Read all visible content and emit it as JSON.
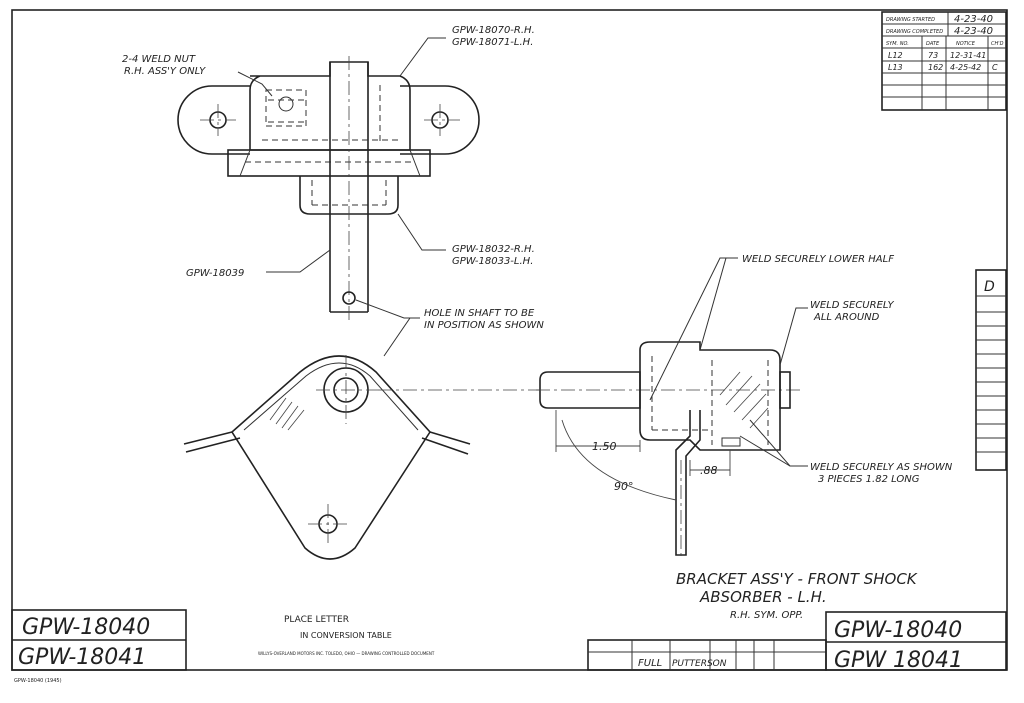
{
  "part_numbers": {
    "left_top": "GPW-18040",
    "left_bottom": "GPW-18041",
    "right_top": "GPW-18040",
    "right_bottom": "GPW 18041"
  },
  "callouts": {
    "weld_nut_line1": "2-4 WELD NUT",
    "weld_nut_line2": "R.H. ASS'Y ONLY",
    "top_part_rh": "GPW-18070-R.H.",
    "top_part_lh": "GPW-18071-L.H.",
    "mid_part_rh": "GPW-18032-R.H.",
    "mid_part_lh": "GPW-18033-L.H.",
    "shaft_part": "GPW-18039",
    "hole_line1": "HOLE IN SHAFT TO BE",
    "hole_line2": "IN POSITION AS SHOWN",
    "weld_lower_half": "WELD SECURELY LOWER HALF",
    "weld_around_line1": "WELD SECURELY",
    "weld_around_line2": "ALL AROUND",
    "weld_shown_line1": "WELD SECURELY AS SHOWN",
    "weld_shown_line2": "3 PIECES 1.82 LONG"
  },
  "dimensions": {
    "d1": "1.50",
    "d2": ".88",
    "angle": "90°"
  },
  "title_block": {
    "title_line1": "BRACKET ASS'Y - FRONT SHOCK",
    "title_line2": "ABSORBER - L.H.",
    "title_line3": "R.H. SYM. OPP.",
    "scale": "FULL",
    "drawn_by": "PUTTERSON"
  },
  "revision_block": {
    "row1_label": "DRAWING STARTED",
    "row1_value": "4-23-40",
    "row2_label": "DRAWING COMPLETED",
    "row2_value": "4-23-40",
    "col_headers": [
      "SYM. NO.",
      "DATE",
      "NOTICE",
      "CH'D"
    ],
    "rows": [
      [
        "L12",
        "73",
        "12-31-41",
        ""
      ],
      [
        "L13",
        "162",
        "4-25-42",
        "C"
      ]
    ]
  },
  "side_tab": {
    "label": "D"
  },
  "stamp": {
    "line1": "PLACE LETTER",
    "line2": "IN CONVERSION TABLE"
  },
  "fineprint": {
    "notice": "WILLYS-OVERLAND MOTORS INC. TOLEDO, OHIO — DRAWING CONTROLLED DOCUMENT",
    "corner": "GPW-18040 (1945)"
  }
}
